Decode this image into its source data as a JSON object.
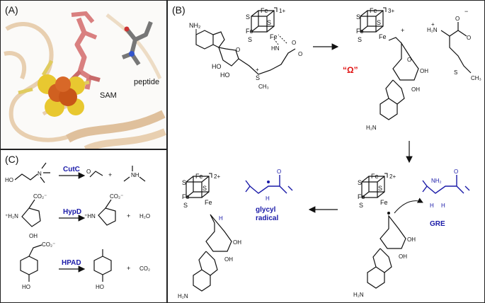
{
  "panel_a": {
    "label": "(A)",
    "peptide": "peptide",
    "sam": "SAM"
  },
  "panel_b": {
    "label": "(B)",
    "charge_1plus": "1+",
    "charge_3plus": "3+",
    "charge_2plus": "2+",
    "omega": "“Ω”",
    "plus": "+",
    "glycyl_radical_line1": "glycyl",
    "glycyl_radical_line2": "radical",
    "gre": "GRE",
    "fe": "Fe",
    "s": "S",
    "h": "H",
    "nh2": "NH₂",
    "h2n": "H₂N",
    "o": "O",
    "ho": "HO",
    "oh": "OH",
    "hn": "HN",
    "ch3": "CH₃",
    "s_plus": "S",
    "minus": "−",
    "nplus": "N",
    "colors": {
      "omega": "#e01010",
      "enzyme": "#1a1aa8",
      "ink": "#111111"
    }
  },
  "panel_c": {
    "label": "(C)",
    "enzymes": [
      "CutC",
      "HypD",
      "HPAD"
    ],
    "plus": "+",
    "h2o": "H₂O",
    "co2": "CO₂",
    "co2minus": "CO₂⁻",
    "ho": "HO",
    "oh": "OH",
    "h2n": "⁺H₂N",
    "hn": "⁺HN",
    "nh": "NH",
    "n": "N",
    "o": "O"
  }
}
